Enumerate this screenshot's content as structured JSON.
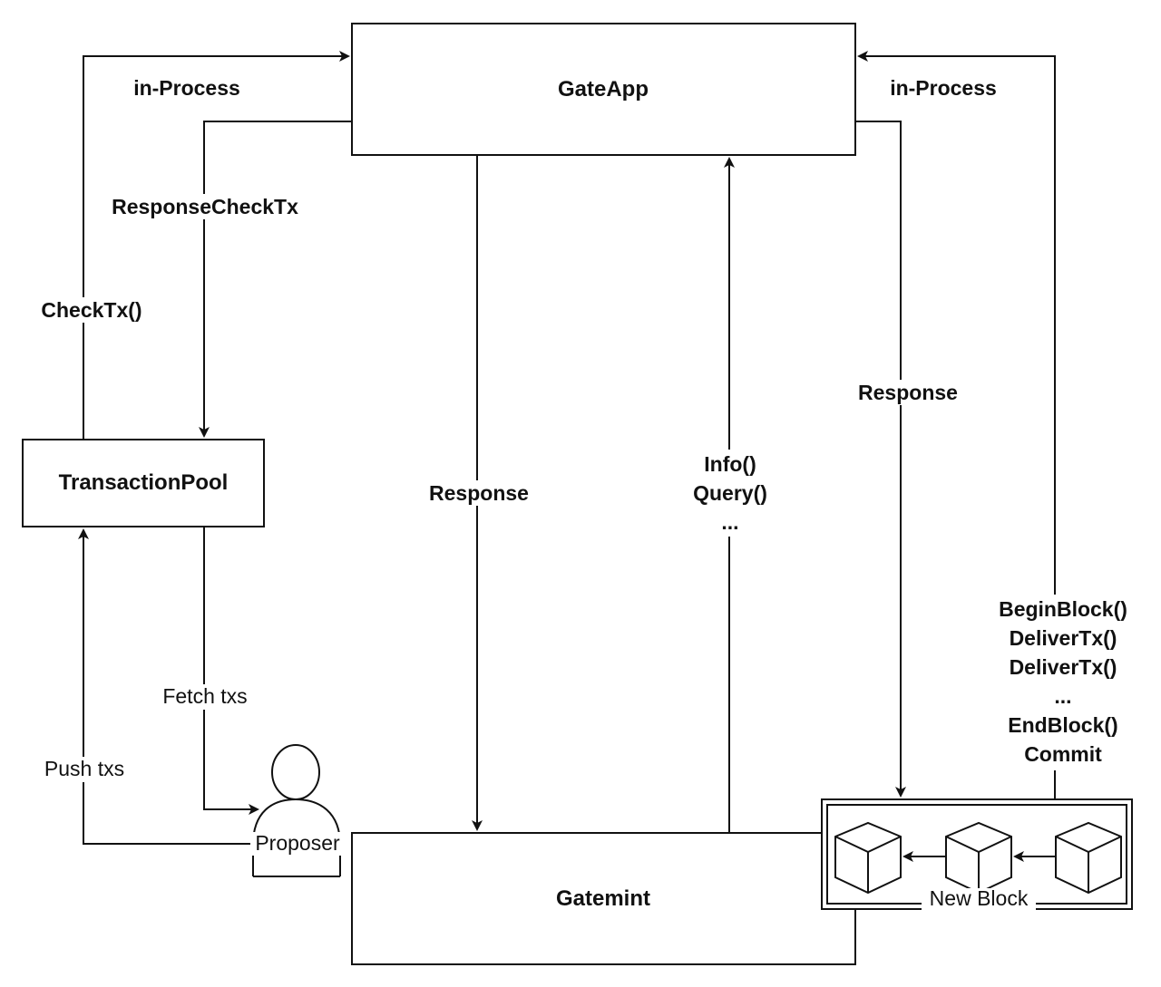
{
  "nodes": {
    "gateapp": "GateApp",
    "gatemint": "Gatemint",
    "transaction_pool": "TransactionPool",
    "proposer": "Proposer",
    "new_block": "New Block"
  },
  "edges": {
    "in_process_left": "in-Process",
    "in_process_right": "in-Process",
    "response_check_tx": "ResponseCheckTx",
    "check_tx": "CheckTx()",
    "response_center": "Response",
    "response_right": "Response",
    "info_query": [
      "Info()",
      "Query()",
      "..."
    ],
    "block_calls": [
      "BeginBlock()",
      "DeliverTx()",
      "DeliverTx()",
      "...",
      "EndBlock()",
      "Commit"
    ],
    "fetch_txs": "Fetch txs",
    "push_txs": "Push txs"
  }
}
